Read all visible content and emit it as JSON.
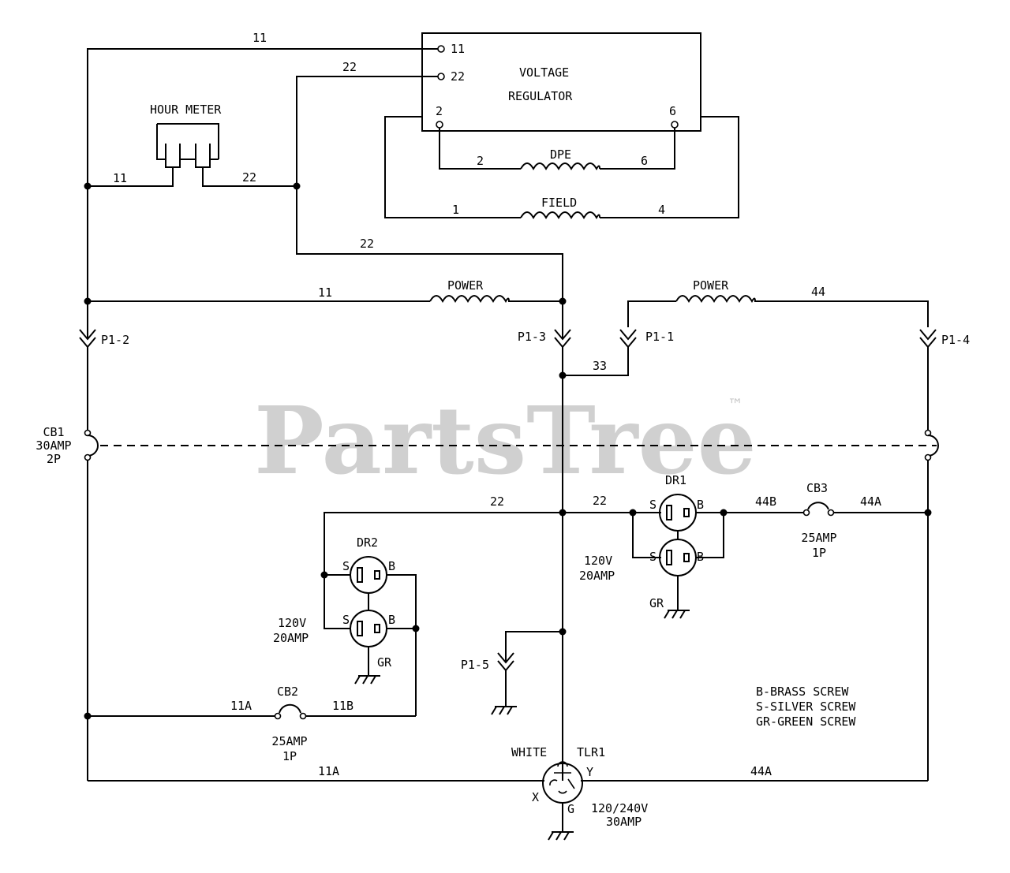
{
  "watermark": {
    "text": "PartsTree",
    "trademark": "™"
  },
  "regulator": {
    "title_line1": "VOLTAGE",
    "title_line2": "REGULATOR",
    "t11": "11",
    "t22": "22",
    "t2": "2",
    "t6": "6"
  },
  "hour_meter": {
    "label": "HOUR METER"
  },
  "coils": {
    "dpe": "DPE",
    "field": "FIELD",
    "power_left": "POWER",
    "power_right": "POWER"
  },
  "wires": {
    "w11_top": "11",
    "w22_top": "22",
    "w11_meter": "11",
    "w22_meter": "22",
    "w22_mid": "22",
    "w11_power": "11",
    "w44_power": "44",
    "w33": "33",
    "dpe_left": "2",
    "dpe_right": "6",
    "field_left": "1",
    "field_right": "4",
    "w22_dr2": "22",
    "w22_dr1": "22",
    "w44b": "44B",
    "w44a_cb3": "44A",
    "w11a_cb2": "11A",
    "w11b": "11B",
    "w11a_bottom": "11A",
    "w44a_bottom": "44A"
  },
  "connectors": {
    "p1_2": "P1-2",
    "p1_3": "P1-3",
    "p1_1": "P1-1",
    "p1_4": "P1-4",
    "p1_5": "P1-5"
  },
  "breakers": {
    "cb1_name": "CB1",
    "cb1_rating": "30AMP",
    "cb1_poles": "2P",
    "cb2_name": "CB2",
    "cb2_rating": "25AMP",
    "cb2_poles": "1P",
    "cb3_name": "CB3",
    "cb3_rating": "25AMP",
    "cb3_poles": "1P"
  },
  "receptacles": {
    "dr1_name": "DR1",
    "dr1_volt": "120V",
    "dr1_amp": "20AMP",
    "dr1_gr": "GR",
    "dr2_name": "DR2",
    "dr2_volt": "120V",
    "dr2_amp": "20AMP",
    "dr2_gr": "GR",
    "s": "S",
    "b": "B",
    "tlr1_name": "TLR1",
    "tlr1_white": "WHITE",
    "tlr1_y": "Y",
    "tlr1_x": "X",
    "tlr1_g": "G",
    "tlr1_volt": "120/240V",
    "tlr1_amp": "30AMP"
  },
  "legend": {
    "line1": "B-BRASS SCREW",
    "line2": "S-SILVER SCREW",
    "line3": "GR-GREEN SCREW"
  }
}
